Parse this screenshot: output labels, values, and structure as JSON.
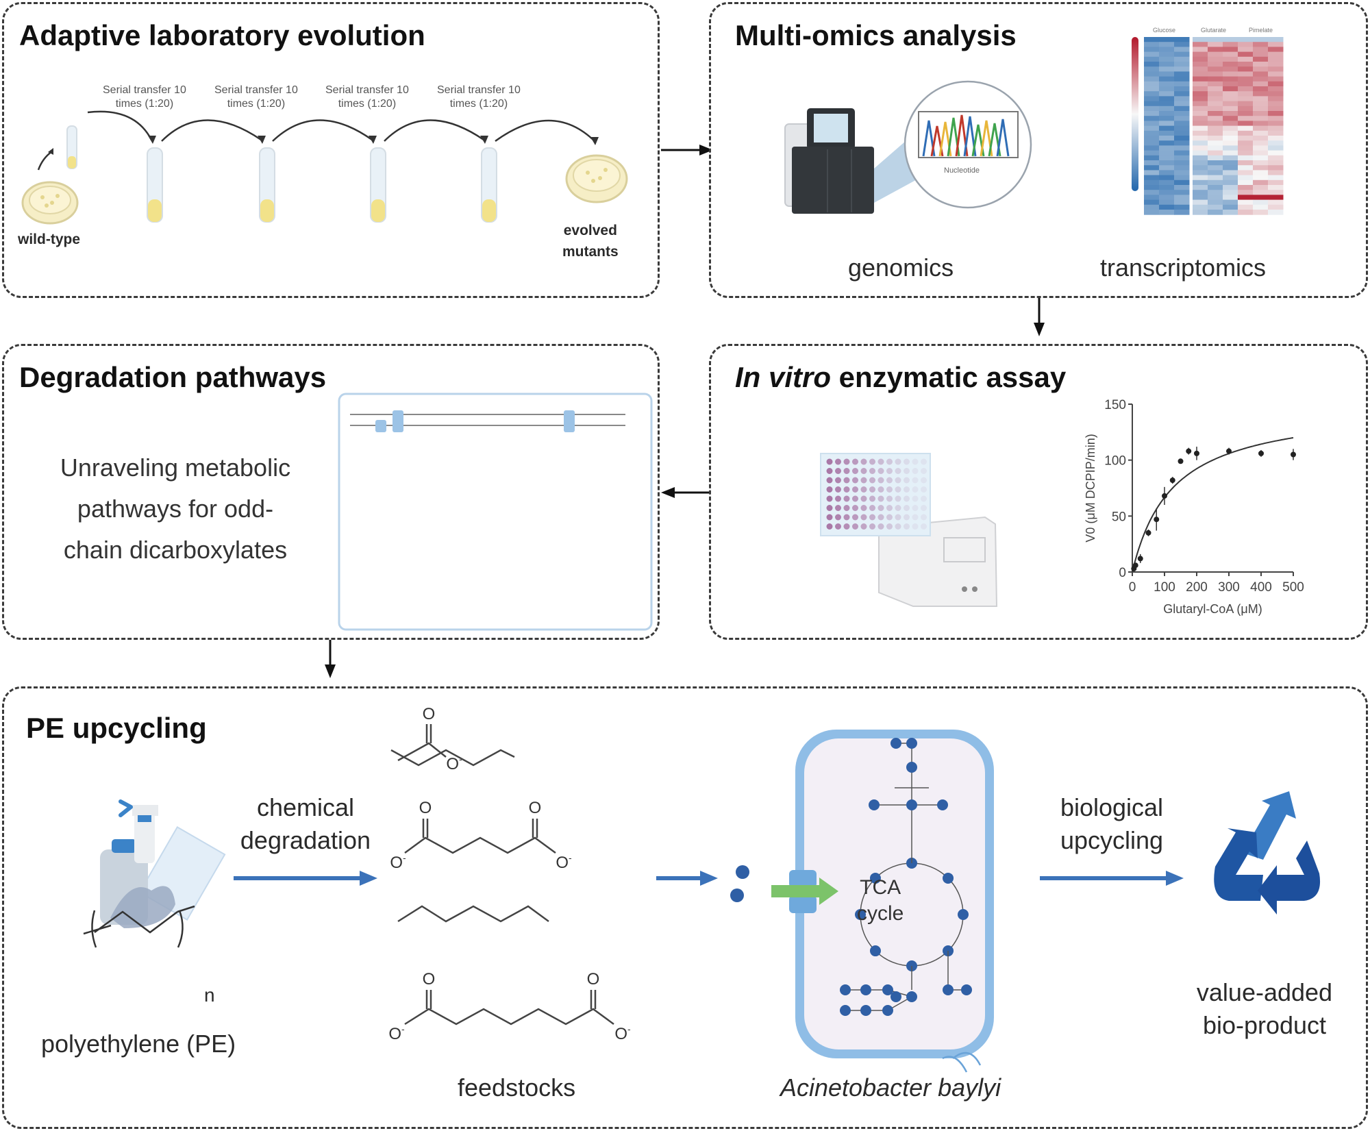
{
  "panels": {
    "ale": {
      "title": "Adaptive laboratory evolution",
      "transfer_label_line1": "Serial transfer 10",
      "transfer_label_line2": "times (1:20)",
      "transfer_count": 4,
      "start_label": "wild-type",
      "end_label_line1": "evolved",
      "end_label_line2": "mutants"
    },
    "omics": {
      "title": "Multi-omics analysis",
      "genomics_label": "genomics",
      "transcriptomics_label": "transcriptomics",
      "chromatogram_xlabel": "Nucleotide",
      "heatmap_columns": [
        "Glucose",
        "Glutarate",
        "Pimelate"
      ]
    },
    "degradation": {
      "title": "Degradation pathways",
      "description_line1": "Unraveling metabolic",
      "description_line2": "pathways for odd-",
      "description_line3": "chain dicarboxylates"
    },
    "assay": {
      "title_italic": "In vitro",
      "title_rest": " enzymatic assay"
    },
    "pe": {
      "title": "PE upcycling",
      "polymer_label": "polyethylene (PE)",
      "polymer_subscript": "n",
      "chem_step_line1": "chemical",
      "chem_step_line2": "degradation",
      "feedstocks_label": "feedstocks",
      "organism_label": "Acinetobacter baylyi",
      "tca_line1": "TCA",
      "tca_line2": "cycle",
      "bio_step_line1": "biological",
      "bio_step_line2": "upcycling",
      "product_line1": "value-added",
      "product_line2": "bio-product",
      "carboxylate_label": "O",
      "carboxylate_charge": "-"
    }
  },
  "colors": {
    "accent_blue": "#3b72b9",
    "cell_membrane": "#8fbde6",
    "cell_interior": "#f3eff6",
    "metabolite_dot": "#2f5fa5",
    "transport_arrow": "#7cc36a",
    "recycle_light": "#3a7cc4",
    "recycle_dark": "#1f56a3",
    "heat_red": "#c0392b",
    "heat_blue": "#3d7cc0"
  },
  "chart_data": {
    "type": "scatter",
    "title": "",
    "xlabel": "Glutaryl-CoA (μM)",
    "ylabel": "V0 (μM DCPIP/min)",
    "xlim": [
      0,
      500
    ],
    "ylim": [
      0,
      150
    ],
    "xticks": [
      0,
      100,
      200,
      300,
      400,
      500
    ],
    "yticks": [
      0,
      50,
      100,
      150
    ],
    "grid": false,
    "legend": "none",
    "points": [
      {
        "x": 5,
        "y": 3,
        "err": 2
      },
      {
        "x": 10,
        "y": 6,
        "err": 2
      },
      {
        "x": 25,
        "y": 12,
        "err": 4
      },
      {
        "x": 50,
        "y": 35,
        "err": 3
      },
      {
        "x": 75,
        "y": 47,
        "err": 10
      },
      {
        "x": 100,
        "y": 68,
        "err": 8
      },
      {
        "x": 125,
        "y": 82,
        "err": 3
      },
      {
        "x": 150,
        "y": 99,
        "err": 2
      },
      {
        "x": 175,
        "y": 108,
        "err": 3
      },
      {
        "x": 200,
        "y": 106,
        "err": 6
      },
      {
        "x": 300,
        "y": 108,
        "err": 3
      },
      {
        "x": 400,
        "y": 106,
        "err": 3
      },
      {
        "x": 500,
        "y": 105,
        "err": 5
      }
    ],
    "fit": {
      "model": "Michaelis-Menten",
      "Vmax": 150,
      "Km": 125
    }
  }
}
